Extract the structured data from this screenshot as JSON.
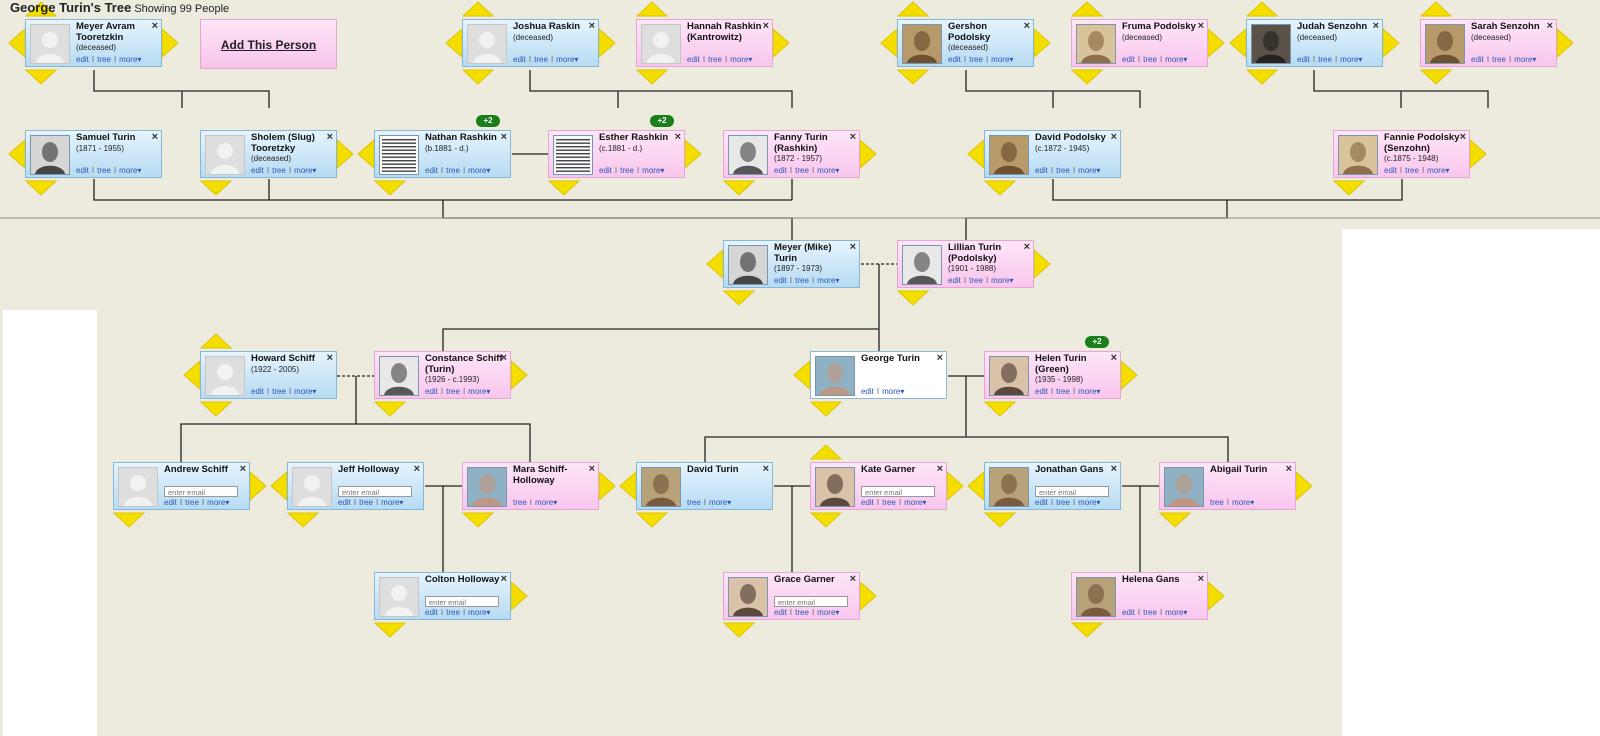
{
  "header": {
    "title": "George Turin's Tree",
    "count_text": "Showing 99 People"
  },
  "add_person_label": "Add This Person",
  "link_labels": {
    "edit": "edit",
    "tree": "tree",
    "more": "more",
    "more_arrow": "▾",
    "sep": "I",
    "close": "×",
    "email_placeholder": "enter email"
  },
  "badges": [
    "+2",
    "+2",
    "+2"
  ],
  "people": [
    {
      "id": "meyer-avram",
      "name": "Meyer Avram Tooretzkin",
      "dates": "(deceased)",
      "sex": "male"
    },
    {
      "id": "joshua",
      "name": "Joshua Raskin",
      "dates": "(deceased)",
      "sex": "male"
    },
    {
      "id": "hannah",
      "name": "Hannah Rashkin (Kantrowitz)",
      "dates": "",
      "sex": "female"
    },
    {
      "id": "gershon",
      "name": "Gershon Podolsky",
      "dates": "(deceased)",
      "sex": "male"
    },
    {
      "id": "fruma",
      "name": "Fruma Podolsky",
      "dates": "(deceased)",
      "sex": "female"
    },
    {
      "id": "judah",
      "name": "Judah Senzohn",
      "dates": "(deceased)",
      "sex": "male"
    },
    {
      "id": "sarah",
      "name": "Sarah Senzohn",
      "dates": "(deceased)",
      "sex": "female"
    },
    {
      "id": "samuel",
      "name": "Samuel Turin",
      "dates": "(1871 - 1955)",
      "sex": "male"
    },
    {
      "id": "sholem",
      "name": "Sholem (Slug) Tooretzky",
      "dates": "(deceased)",
      "sex": "male"
    },
    {
      "id": "nathan",
      "name": "Nathan Rashkin",
      "dates": "(b.1881 - d.)",
      "sex": "male"
    },
    {
      "id": "esther",
      "name": "Esther Rashkin",
      "dates": "(c.1881 - d.)",
      "sex": "female"
    },
    {
      "id": "fanny",
      "name": "Fanny Turin (Rashkin)",
      "dates": "(1872 - 1957)",
      "sex": "female"
    },
    {
      "id": "david-p",
      "name": "David Podolsky",
      "dates": "(c.1872 - 1945)",
      "sex": "male"
    },
    {
      "id": "fannie-p",
      "name": "Fannie Podolsky (Senzohn)",
      "dates": "(c.1875 - 1948)",
      "sex": "female"
    },
    {
      "id": "meyer-mike",
      "name": "Meyer (Mike) Turin",
      "dates": "(1897 - 1973)",
      "sex": "male"
    },
    {
      "id": "lillian",
      "name": "Lillian Turin (Podolsky)",
      "dates": "(1901 - 1988)",
      "sex": "female"
    },
    {
      "id": "howard",
      "name": "Howard Schiff",
      "dates": "(1922 - 2005)",
      "sex": "male"
    },
    {
      "id": "constance",
      "name": "Constance Schiff (Turin)",
      "dates": "(1926 - c.1993)",
      "sex": "female"
    },
    {
      "id": "george",
      "name": "George Turin",
      "dates": "",
      "sex": "self"
    },
    {
      "id": "helen",
      "name": "Helen Turin (Green)",
      "dates": "(1935 - 1998)",
      "sex": "female"
    },
    {
      "id": "andrew",
      "name": "Andrew Schiff",
      "dates": "",
      "sex": "male"
    },
    {
      "id": "jeff",
      "name": "Jeff Holloway",
      "dates": "",
      "sex": "male"
    },
    {
      "id": "mara",
      "name": "Mara Schiff-Holloway",
      "dates": "",
      "sex": "female"
    },
    {
      "id": "david-t",
      "name": "David Turin",
      "dates": "",
      "sex": "male"
    },
    {
      "id": "kate",
      "name": "Kate Garner",
      "dates": "",
      "sex": "female"
    },
    {
      "id": "jonathan",
      "name": "Jonathan Gans",
      "dates": "",
      "sex": "male"
    },
    {
      "id": "abigail",
      "name": "Abigail Turin",
      "dates": "",
      "sex": "female"
    },
    {
      "id": "colton",
      "name": "Colton Holloway",
      "dates": "",
      "sex": "male"
    },
    {
      "id": "grace",
      "name": "Grace Garner",
      "dates": "",
      "sex": "female"
    },
    {
      "id": "helena",
      "name": "Helena Gans",
      "dates": "",
      "sex": "female"
    }
  ],
  "colors": {
    "background": "#ecebdd",
    "male_card": "#b6dbf3",
    "female_card": "#f9c6ee",
    "arrow": "#f2dc00",
    "badge": "#1a7f1a",
    "link": "#2a57b5"
  }
}
